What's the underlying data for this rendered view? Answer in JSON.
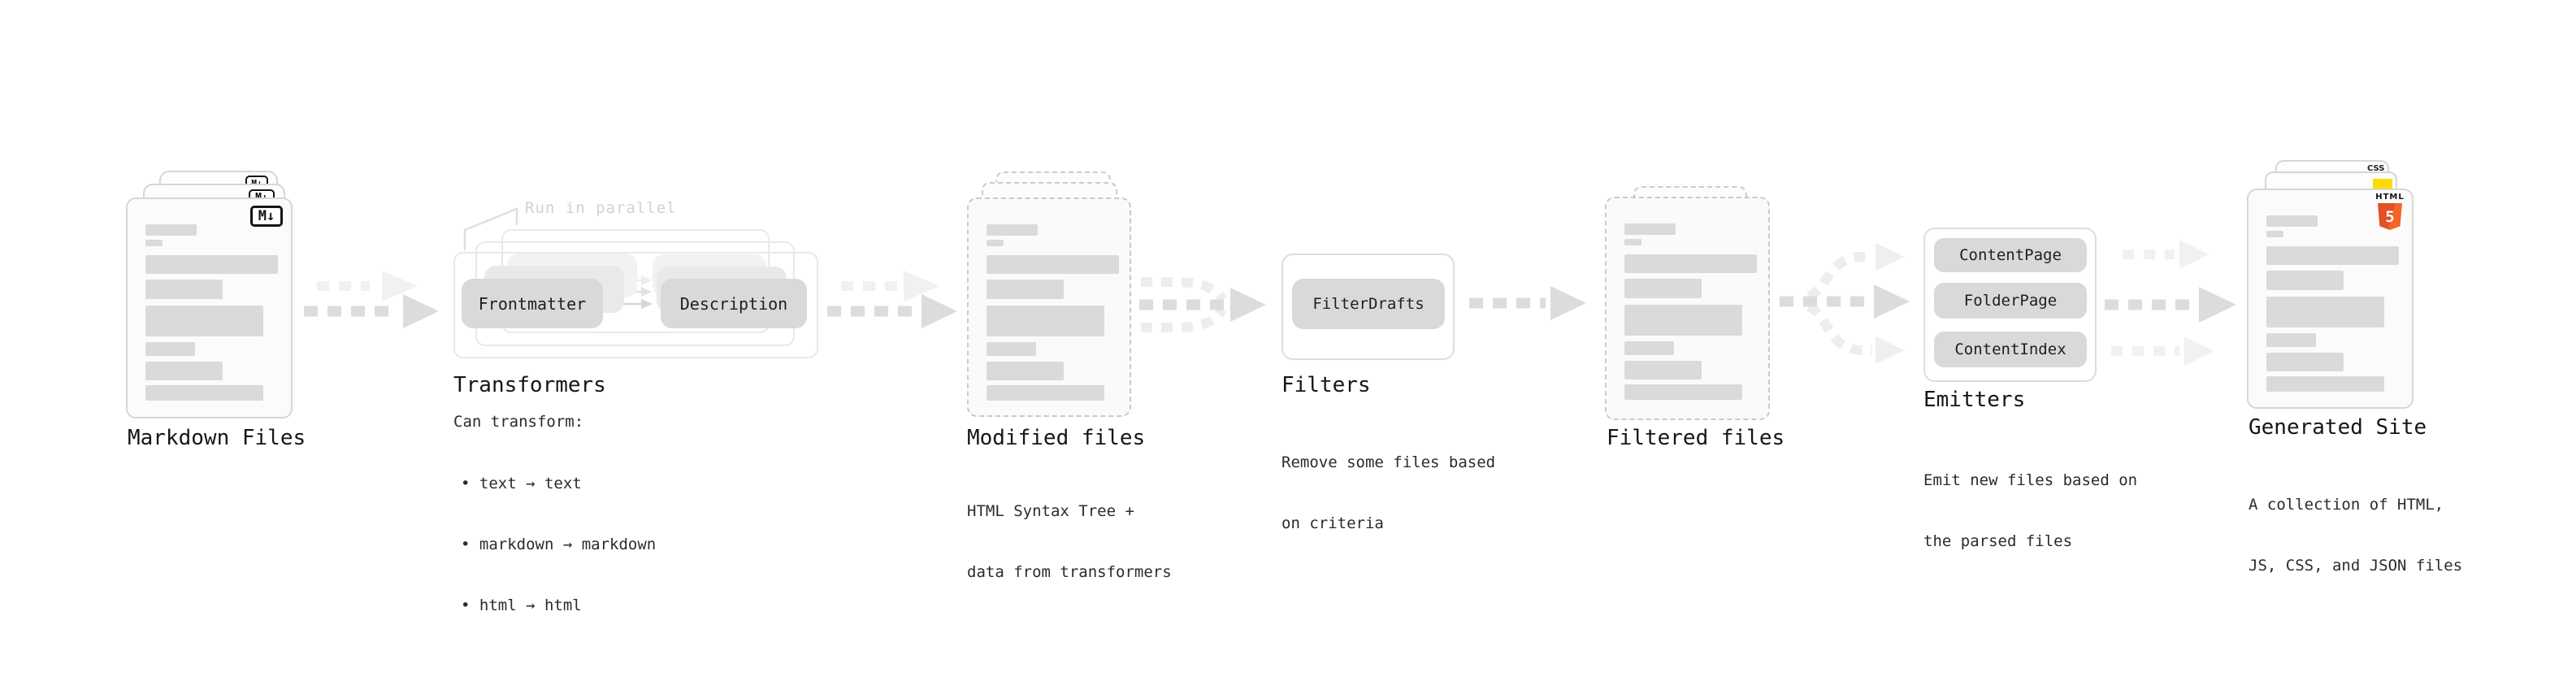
{
  "stages": {
    "markdown": {
      "title": "Markdown Files",
      "badge": "M↓"
    },
    "transformers": {
      "title": "Transformers",
      "note": "Run in parallel",
      "pill_left": "Frontmatter",
      "pill_right": "Description",
      "caption": "Can transform:",
      "bullets": [
        "• text → text",
        "• markdown → markdown",
        "• html → html"
      ]
    },
    "modified": {
      "title": "Modified files",
      "desc_line1": "HTML Syntax Tree +",
      "desc_line2": "data from transformers"
    },
    "filters": {
      "title": "Filters",
      "pill": "FilterDrafts",
      "desc_line1": "Remove some files based",
      "desc_line2": "on criteria"
    },
    "filtered": {
      "title": "Filtered files"
    },
    "emitters": {
      "title": "Emitters",
      "pills": [
        "ContentPage",
        "FolderPage",
        "ContentIndex"
      ],
      "desc_line1": "Emit new files based on",
      "desc_line2": "the parsed files"
    },
    "generated": {
      "title": "Generated Site",
      "desc_line1": "A collection of HTML,",
      "desc_line2": "JS, CSS, and JSON files",
      "css_badge": "CSS",
      "html_badge_label": "HTML",
      "html_badge_number": "5"
    }
  },
  "colors": {
    "html5_orange": "#e34f26",
    "html5_orange_light": "#f16529",
    "js_yellow": "#ffdb00",
    "css_blue": "#2d53e5",
    "bar_gray": "#dadada",
    "arrow_dark": "#dcdcdc",
    "arrow_faint": "#f1f1f1"
  }
}
